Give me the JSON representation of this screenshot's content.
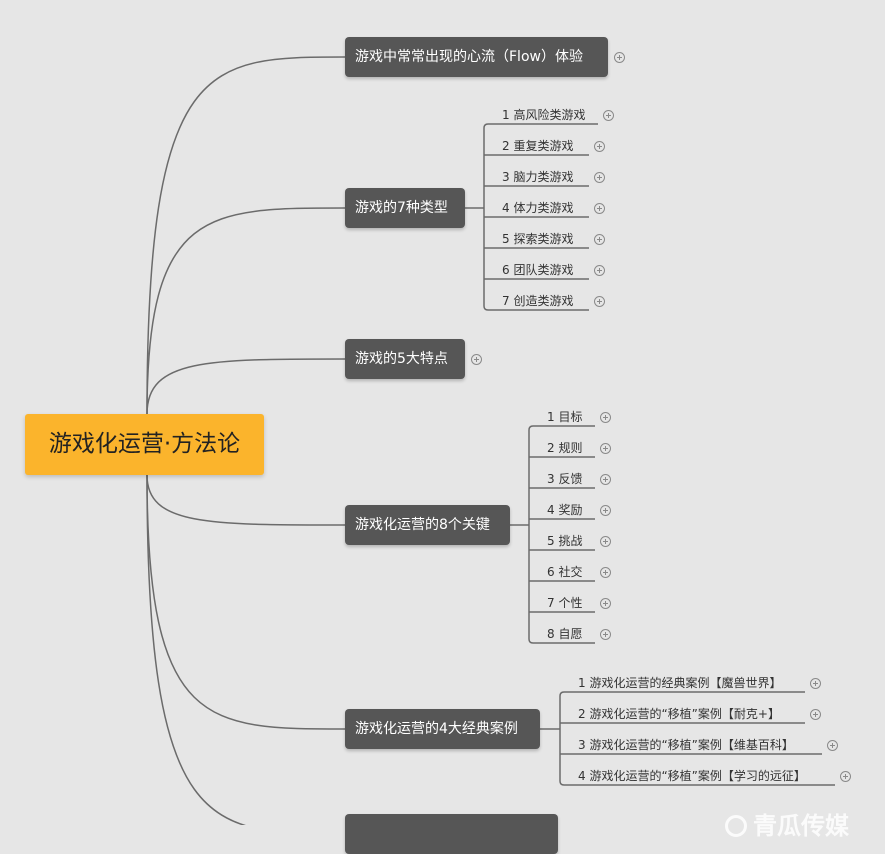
{
  "root": {
    "label": "游戏化运营·方法论"
  },
  "branches": [
    {
      "label": "游戏中常常出现的心流（Flow）体验",
      "collapsed": true,
      "children": []
    },
    {
      "label": "游戏的7种类型",
      "collapsed": false,
      "children": [
        "1 高风险类游戏",
        "2 重复类游戏",
        "3 脑力类游戏",
        "4 体力类游戏",
        "5 探索类游戏",
        "6 团队类游戏",
        "7 创造类游戏"
      ]
    },
    {
      "label": "游戏的5大特点",
      "collapsed": true,
      "children": []
    },
    {
      "label": "游戏化运营的8个关键",
      "collapsed": false,
      "children": [
        "1 目标",
        "2 规则",
        "3 反馈",
        "4 奖励",
        "5 挑战",
        "6 社交",
        "7 个性",
        "8 自愿"
      ]
    },
    {
      "label": "游戏化运营的4大经典案例",
      "collapsed": false,
      "children": [
        "1 游戏化运营的经典案例【魔兽世界】",
        "2 游戏化运营的“移植”案例【耐克+】",
        "3 游戏化运营的“移植”案例【维基百科】",
        "4 游戏化运营的“移植”案例【学习的远征】"
      ]
    },
    {
      "label": "",
      "collapsed": false,
      "children": []
    }
  ],
  "watermark": {
    "text": "青瓜传媒"
  },
  "colors": {
    "root": "#fbb42c",
    "node": "#565656",
    "line": "#6b6b6b",
    "background": "#e6e6e6"
  }
}
